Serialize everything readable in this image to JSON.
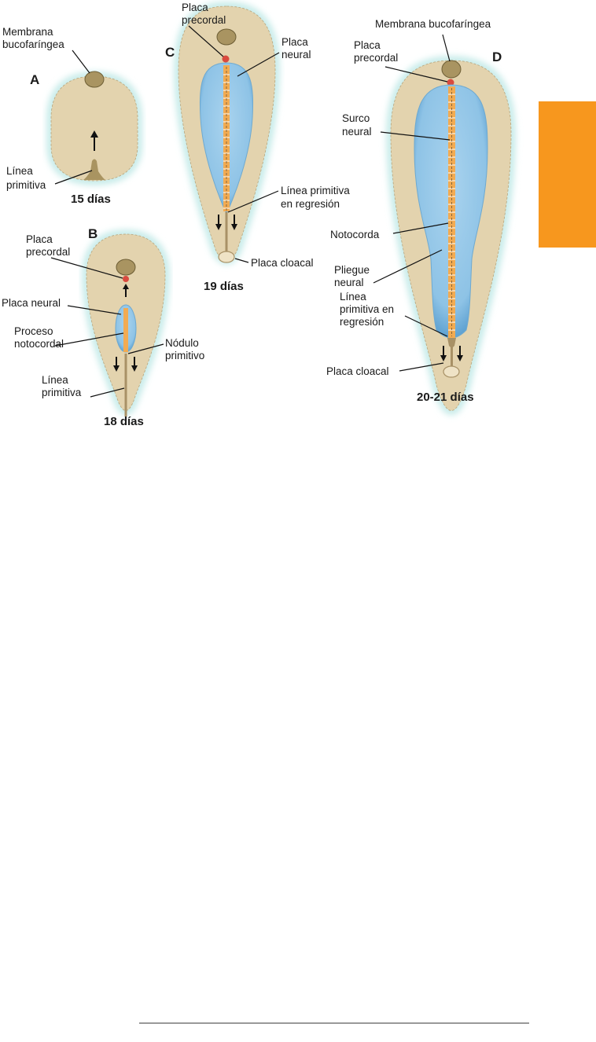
{
  "figure": {
    "colors": {
      "embryo": "#e3d3ae",
      "neural_plate": "#8ec3e6",
      "notochord": "#f2ab52",
      "prechordal": "#d94a3f",
      "side_tab": "#f7971e"
    },
    "panel_a": {
      "letter": "A",
      "age": "15 días",
      "membrane_label": [
        "Membrana",
        "bucofaríngea"
      ],
      "streak_label": [
        "Línea",
        "primitiva"
      ]
    },
    "panel_b": {
      "letter": "B",
      "age": "18 días",
      "prechordal_label": [
        "Placa",
        "precordal"
      ],
      "neural_plate_label": "Placa neural",
      "process_label": [
        "Proceso",
        "notocordal"
      ],
      "node_label": [
        "Nódulo",
        "primitivo"
      ],
      "streak_label": [
        "Línea",
        "primitiva"
      ]
    },
    "panel_c": {
      "letter": "C",
      "age": "19 días",
      "prechordal_label": [
        "Placa",
        "precordal"
      ],
      "neural_plate_label": [
        "Placa",
        "neural"
      ],
      "streak_label": [
        "Línea primitiva",
        "en regresión"
      ],
      "cloacal_label": "Placa cloacal"
    },
    "panel_d": {
      "letter": "D",
      "age": "20-21 días",
      "membrane_label": "Membrana bucofaríngea",
      "prechordal_label": [
        "Placa",
        "precordal"
      ],
      "groove_label": [
        "Surco",
        "neural"
      ],
      "notochord_label": "Notocorda",
      "fold_label": [
        "Pliegue",
        "neural"
      ],
      "streak_label": [
        "Línea",
        "primitiva en",
        "regresión"
      ],
      "cloacal_label": "Placa cloacal"
    }
  }
}
